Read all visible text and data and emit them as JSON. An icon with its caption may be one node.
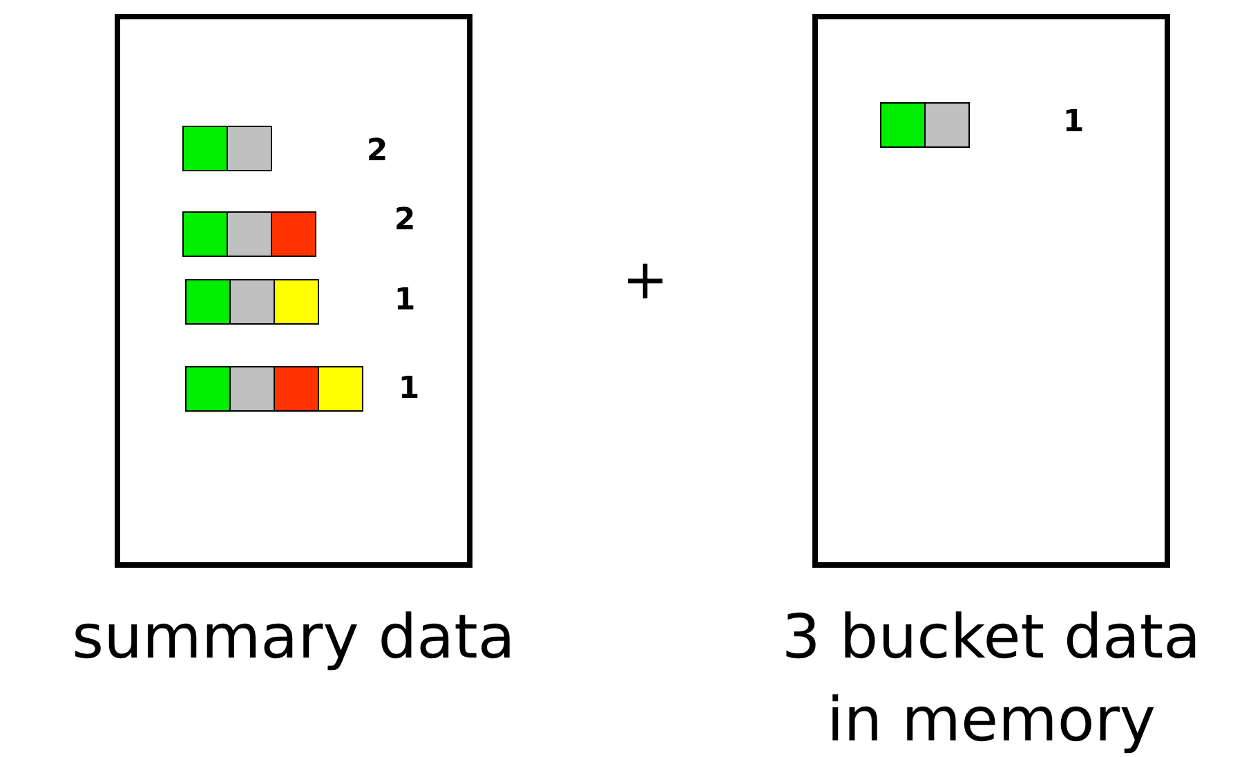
{
  "diagram": {
    "nodes": [
      {
        "text": [
          "summary data"
        ]
      },
      {
        "text": [
          "3 bucket data in memory"
        ]
      }
    ],
    "labels": [
      "1",
      "2",
      "2",
      "+",
      "1",
      "1"
    ]
  }
}
